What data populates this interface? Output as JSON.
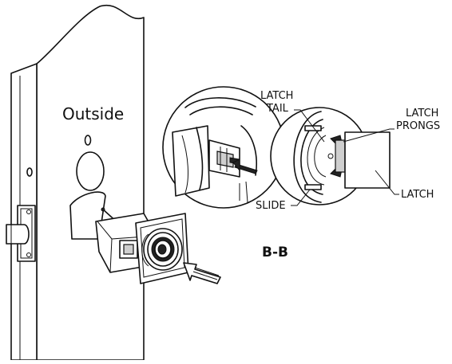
{
  "labels": {
    "outside": "Outside",
    "latch_tail_line1": "LATCH",
    "latch_tail_line2": "TAIL",
    "latch_prongs_line1": "LATCH",
    "latch_prongs_line2": "PRONGS",
    "slide": "SLIDE",
    "latch": "LATCH",
    "section": "B-B"
  },
  "colors": {
    "line": "#111111",
    "background": "#ffffff",
    "shade": "#cfcfcf"
  }
}
